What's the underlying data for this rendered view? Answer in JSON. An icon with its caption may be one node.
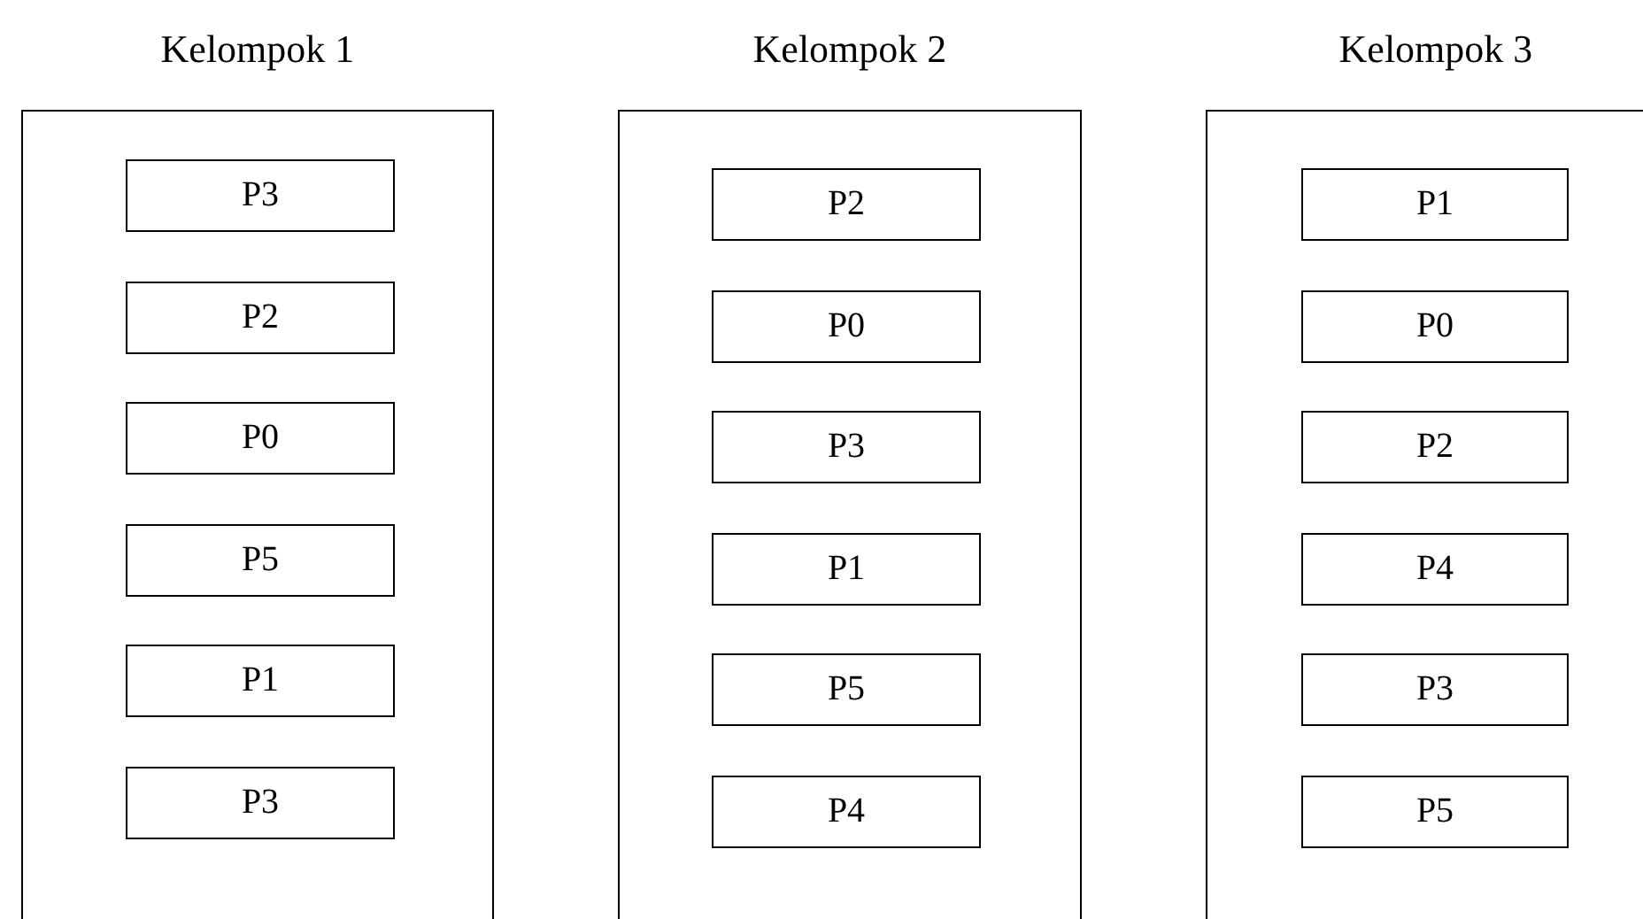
{
  "diagram": {
    "nodes": [
      {
        "text": [
          "Kelompok 1"
        ]
      },
      {
        "text": [
          "P3"
        ],
        "in": 0
      },
      {
        "text": [
          "P2"
        ],
        "in": 0
      },
      {
        "text": [
          "P0"
        ],
        "in": 0
      },
      {
        "text": [
          "P5"
        ],
        "in": 0
      },
      {
        "text": [
          "P1"
        ],
        "in": 0
      },
      {
        "text": [
          "P3"
        ],
        "in": 0
      },
      {
        "text": [
          "Kelompok 2"
        ]
      },
      {
        "text": [
          "P2"
        ],
        "in": 7
      },
      {
        "text": [
          "P0"
        ],
        "in": 7
      },
      {
        "text": [
          "P3"
        ],
        "in": 7
      },
      {
        "text": [
          "P1"
        ],
        "in": 7
      },
      {
        "text": [
          "P5"
        ],
        "in": 7
      },
      {
        "text": [
          "P4"
        ],
        "in": 7
      },
      {
        "text": [
          "Kelompok 3"
        ]
      },
      {
        "text": [
          "P1"
        ],
        "in": 14
      },
      {
        "text": [
          "P0"
        ],
        "in": 14
      },
      {
        "text": [
          "P2"
        ],
        "in": 14
      },
      {
        "text": [
          "P4"
        ],
        "in": 14
      },
      {
        "text": [
          "P3"
        ],
        "in": 14
      },
      {
        "text": [
          "P5"
        ],
        "in": 14
      }
    ]
  }
}
